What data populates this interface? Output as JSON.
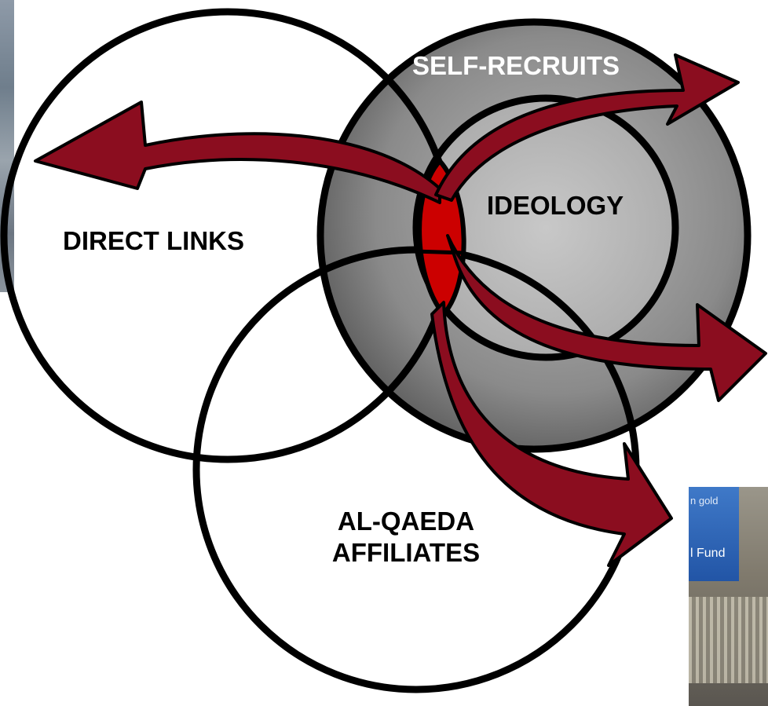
{
  "diagram": {
    "labels": {
      "self_recruits": "SELF-RECRUITS",
      "ideology": "IDEOLOGY",
      "direct_links": "DIRECT LINKS",
      "affiliates_line1": "AL-QAEDA",
      "affiliates_line2": "AFFILIATES"
    },
    "background_photo_text": {
      "line1": "n gold",
      "line2": "l Fund"
    },
    "colors": {
      "arrow": "#8b0d1f",
      "core": "#cc0000",
      "outline": "#000000"
    }
  }
}
